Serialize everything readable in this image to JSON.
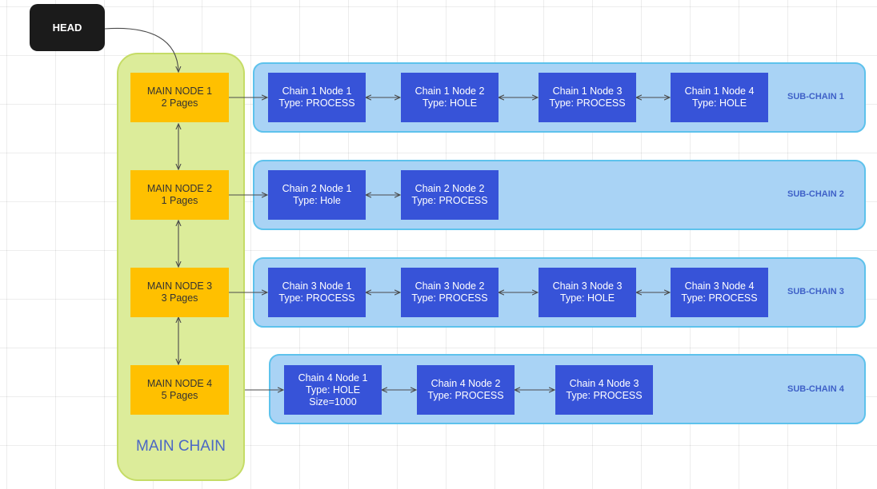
{
  "head": {
    "label": "HEAD"
  },
  "main_chain": {
    "label": "MAIN CHAIN",
    "nodes": [
      {
        "title": "MAIN NODE 1",
        "pages": "2 Pages"
      },
      {
        "title": "MAIN NODE 2",
        "pages": "1 Pages"
      },
      {
        "title": "MAIN NODE 3",
        "pages": "3 Pages"
      },
      {
        "title": "MAIN NODE 4",
        "pages": "5 Pages"
      }
    ]
  },
  "sub_chains": [
    {
      "label": "SUB-CHAIN 1",
      "nodes": [
        {
          "title": "Chain 1 Node 1",
          "type": "Type: PROCESS"
        },
        {
          "title": "Chain 1 Node 2",
          "type": "Type: HOLE"
        },
        {
          "title": "Chain 1 Node 3",
          "type": "Type: PROCESS"
        },
        {
          "title": "Chain 1 Node 4",
          "type": "Type: HOLE"
        }
      ]
    },
    {
      "label": "SUB-CHAIN 2",
      "nodes": [
        {
          "title": "Chain 2 Node 1",
          "type": "Type: Hole"
        },
        {
          "title": "Chain 2 Node 2",
          "type": "Type: PROCESS"
        }
      ]
    },
    {
      "label": "SUB-CHAIN 3",
      "nodes": [
        {
          "title": "Chain 3 Node 1",
          "type": "Type: PROCESS"
        },
        {
          "title": "Chain 3 Node 2",
          "type": "Type: PROCESS"
        },
        {
          "title": "Chain 3 Node 3",
          "type": "Type: HOLE"
        },
        {
          "title": "Chain 3 Node 4",
          "type": "Type: PROCESS"
        }
      ]
    },
    {
      "label": "SUB-CHAIN 4",
      "nodes": [
        {
          "title": "Chain 4 Node 1",
          "type": "Type: HOLE",
          "extra": "Size=1000"
        },
        {
          "title": "Chain 4 Node 2",
          "type": "Type: PROCESS"
        },
        {
          "title": "Chain 4 Node 3",
          "type": "Type: PROCESS"
        }
      ]
    }
  ],
  "colors": {
    "head": "#1b1b1b",
    "main_chain_fill": "#dcec9a",
    "main_node_fill": "#ffc000",
    "sub_chain_fill": "#a9d3f5",
    "sub_chain_border": "#5dc2ec",
    "chain_node_fill": "#3753d8",
    "label_text": "#4b67c5",
    "connector": "#4a4a4a"
  }
}
